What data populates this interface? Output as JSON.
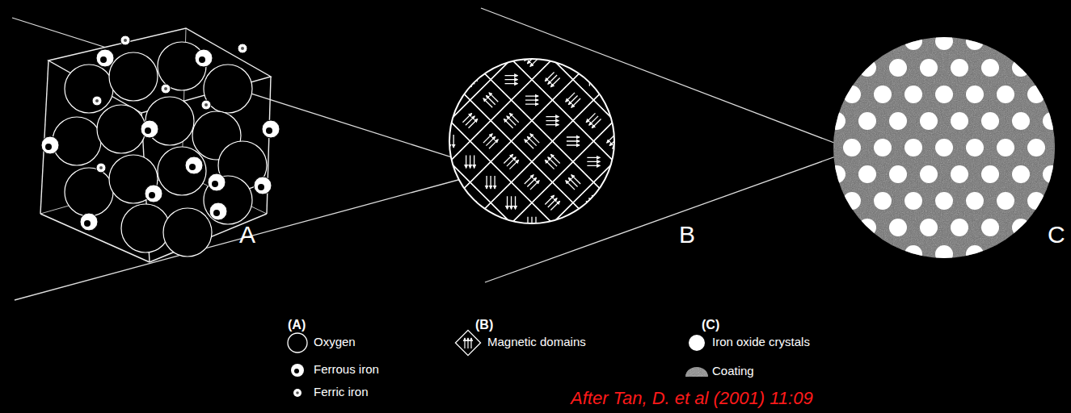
{
  "diagram": {
    "labels": [
      "A",
      "B",
      "C",
      "(A)",
      "(B)",
      "(C)",
      "After Tan, D. et al (2001) 11:09"
    ],
    "legend": [
      {
        "text": "Oxygen"
      },
      {
        "text": "Ferrous iron"
      },
      {
        "text": "Ferric iron"
      },
      {
        "text": "Magnetic domains"
      },
      {
        "text": "Iron oxide crystals"
      },
      {
        "text": "Coating"
      }
    ]
  }
}
